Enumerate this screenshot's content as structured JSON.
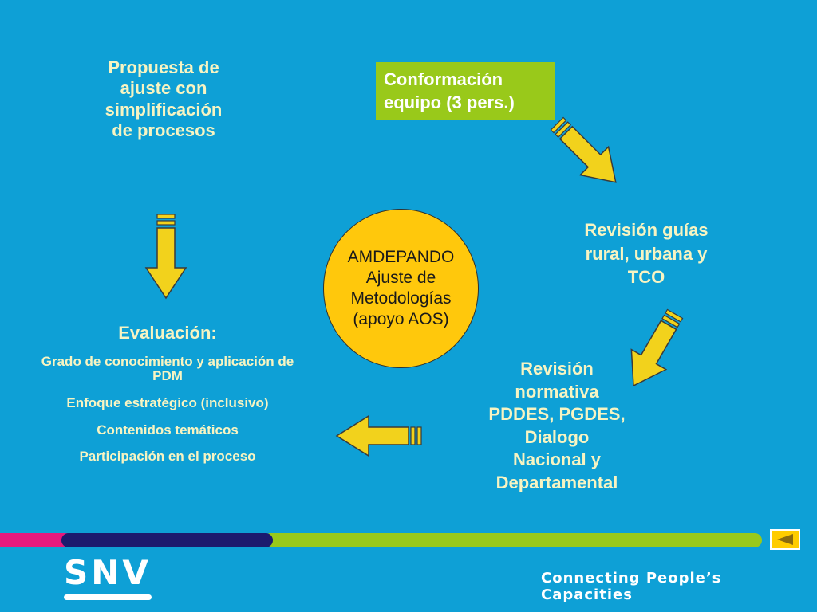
{
  "diagram": {
    "center": {
      "lines": [
        "AMDEPANDO",
        "Ajuste de",
        "Metodologías",
        "(apoyo AOS)"
      ],
      "color": "#ffc80c"
    },
    "nodes": {
      "conformacion": {
        "lines": [
          "Conformación",
          "equipo (3 pers.)"
        ],
        "box_color": "#99c91a"
      },
      "revision_guias": {
        "lines": [
          "Revisión guías",
          "rural, urbana y",
          "TCO"
        ]
      },
      "revision_normativa": {
        "lines": [
          "Revisión",
          "normativa",
          "PDDES, PGDES,",
          "Dialogo",
          "Nacional y",
          "Departamental"
        ]
      },
      "evaluacion": {
        "title": "Evaluación:",
        "items": [
          "Grado de conocimiento y aplicación de PDM",
          "Enfoque estratégico (inclusivo)",
          "Contenidos temáticos",
          "Participación en el proceso"
        ]
      },
      "propuesta": {
        "lines": [
          "Propuesta de",
          "ajuste con",
          "simplificación",
          "de procesos"
        ]
      }
    },
    "arrow_color": "#f2d21c",
    "text_color": "#f7f4c2"
  },
  "footer": {
    "brand": "SNV",
    "tagline": "Connecting People’s Capacities",
    "back_icon": "back-triangle-icon",
    "colors": {
      "pink": "#e5197d",
      "navy": "#1c1b6e",
      "green": "#99c91a"
    }
  }
}
